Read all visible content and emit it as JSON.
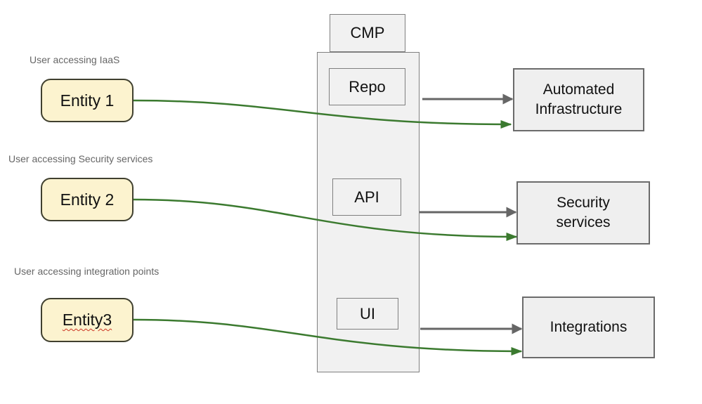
{
  "canvas": {
    "background": "#ffffff"
  },
  "colors": {
    "canvas_bg": "#ffffff",
    "entity_fill": "#fcf3cf",
    "entity_border": "#40402f",
    "box_fill": "#f1f1f1",
    "box_border": "#7f7f7f",
    "target_fill": "#efefef",
    "target_border": "#6b6b6b",
    "green_arrow": "#3b7a2f",
    "gray_arrow": "#666666",
    "caption_text": "#666666"
  },
  "cmp": {
    "title": "CMP",
    "modules": [
      {
        "label": "Repo"
      },
      {
        "label": "API"
      },
      {
        "label": "UI"
      }
    ]
  },
  "entities": [
    {
      "label": "Entity 1",
      "caption": "User accessing IaaS"
    },
    {
      "label": "Entity 2",
      "caption": "User accessing Security services"
    },
    {
      "label": "Entity3",
      "caption": "User accessing integration points"
    }
  ],
  "targets": [
    {
      "label": "Automated Infrastructure"
    },
    {
      "label": "Security services"
    },
    {
      "label": "Integrations"
    }
  ],
  "connections": [
    {
      "from": "CMP",
      "to": "Automated Infrastructure",
      "style": "gray-straight"
    },
    {
      "from": "CMP",
      "to": "Security services",
      "style": "gray-straight"
    },
    {
      "from": "CMP",
      "to": "Integrations",
      "style": "gray-straight"
    },
    {
      "from": "Entity 1",
      "to": "Automated Infrastructure",
      "style": "green-curved"
    },
    {
      "from": "Entity 2",
      "to": "Security services",
      "style": "green-curved"
    },
    {
      "from": "Entity3",
      "to": "Integrations",
      "style": "green-curved"
    }
  ]
}
